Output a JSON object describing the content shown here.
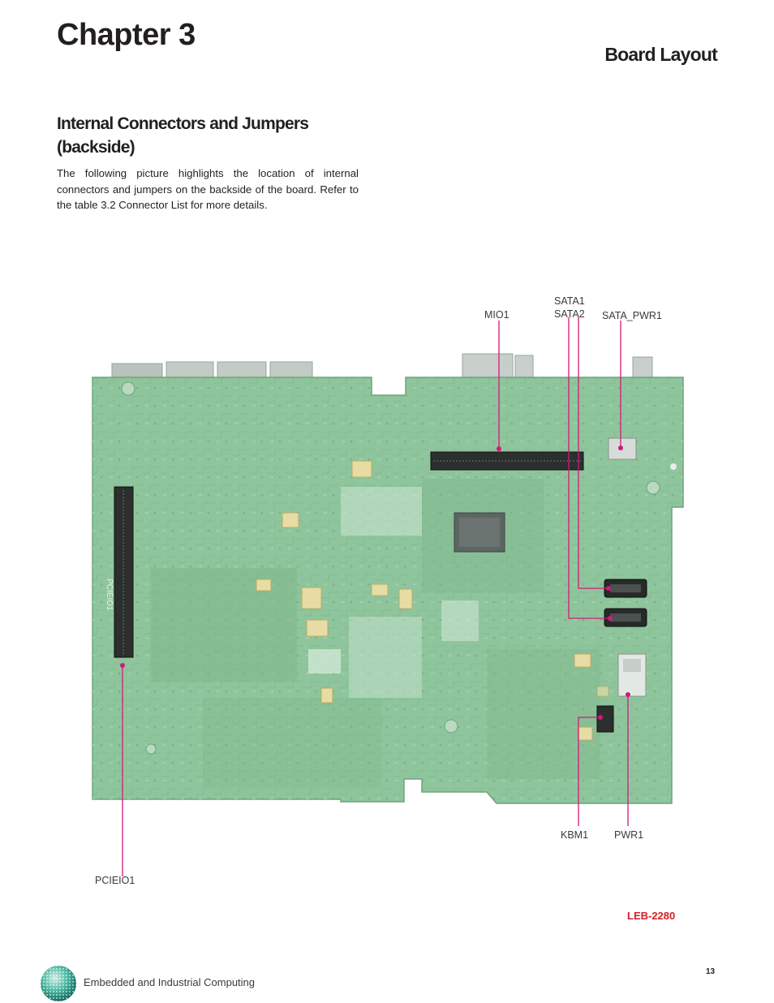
{
  "header": {
    "chapter": "Chapter 3",
    "section": "Board Layout"
  },
  "content": {
    "heading_line1": "Internal Connectors and Jumpers",
    "heading_line2": "(backside)",
    "intro": "The following picture highlights the location of internal connectors and jumpers on the backside of the board. Refer to the table 3.2 Connector List for more details."
  },
  "callouts": {
    "mio1": "MIO1",
    "sata1": "SATA1",
    "sata2": "SATA2",
    "sata_pwr1": "SATA_PWR1",
    "pcieio1": "PCIEIO1",
    "kbm1": "KBM1",
    "pwr1": "PWR1"
  },
  "board": {
    "silkscreen_label": "PCIEIO1"
  },
  "colors": {
    "board_green": "#8fc59c",
    "leader_line": "#d6177e",
    "model_red": "#d21f26"
  },
  "footer": {
    "model": "LEB-2280",
    "company": "Embedded and Industrial Computing",
    "page_number": "13"
  }
}
